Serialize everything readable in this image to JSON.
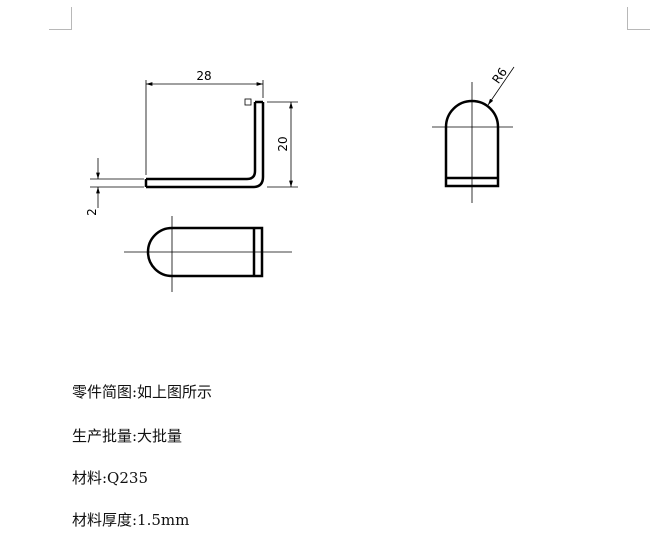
{
  "drawing": {
    "dim_length": "28",
    "dim_height": "20",
    "dim_thickness": "2",
    "dim_radius": "R6"
  },
  "specs": {
    "line1": "零件简图:如上图所示",
    "line2": "生产批量:大批量",
    "line3": "材料:Q235",
    "line4": "材料厚度:1.5mm"
  }
}
